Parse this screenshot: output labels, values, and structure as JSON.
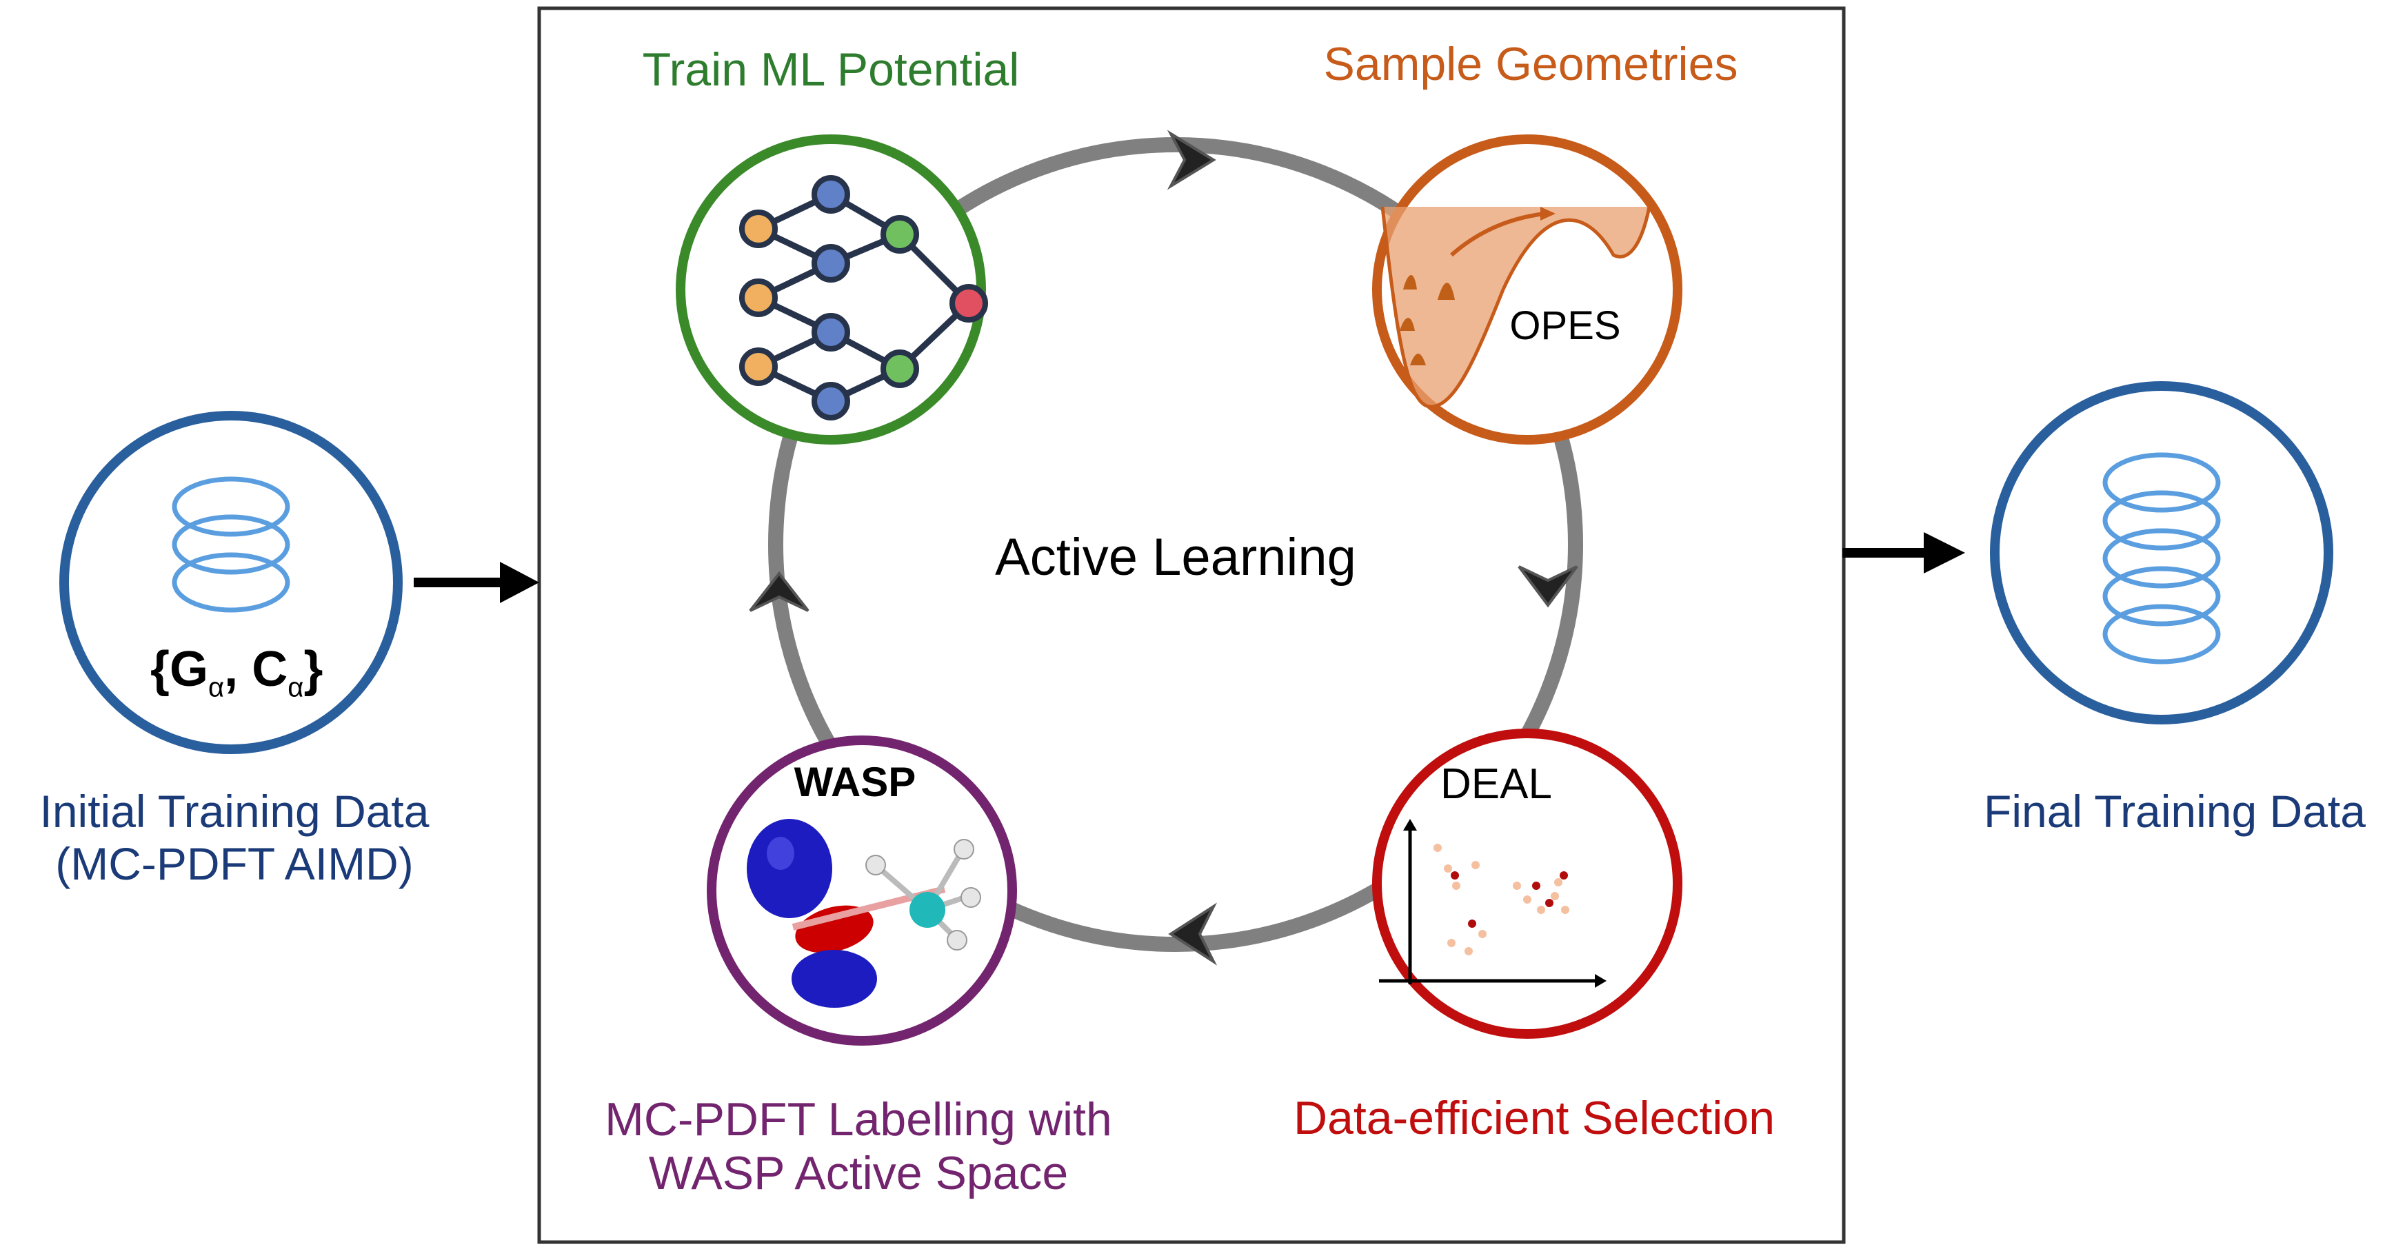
{
  "colors": {
    "data_blue": "#2a5f9e",
    "train_green": "#3b8a2a",
    "sample_orange": "#c75b1a",
    "label_purple": "#73246e",
    "select_red": "#c00d0d",
    "cycle_gray": "#808080",
    "db_icon_blue": "#5a9ee0"
  },
  "left": {
    "label_line1": "Initial Training Data",
    "label_line2": "(MC-PDFT AIMD)",
    "db_text_open": "{",
    "db_text_g": "G",
    "db_text_sub1": "α",
    "db_text_comma": ", ",
    "db_text_c": "C",
    "db_text_sub2": "α",
    "db_text_close": "}",
    "icon": "database-icon"
  },
  "right": {
    "label": "Final Training Data",
    "icon": "database-icon"
  },
  "cycle": {
    "center_label": "Active Learning",
    "train": {
      "title": "Train ML Potential",
      "icon": "neural-network-icon"
    },
    "sample": {
      "title": "Sample Geometries",
      "inner_text": "OPES",
      "icon": "free-energy-surface-icon"
    },
    "select": {
      "title": "Data-efficient Selection",
      "inner_text": "DEAL",
      "icon": "scatter-plot-icon"
    },
    "label": {
      "title_line1": "MC-PDFT Labelling with",
      "title_line2": "WASP Active Space",
      "inner_text": "WASP",
      "icon": "molecular-orbital-icon"
    }
  }
}
